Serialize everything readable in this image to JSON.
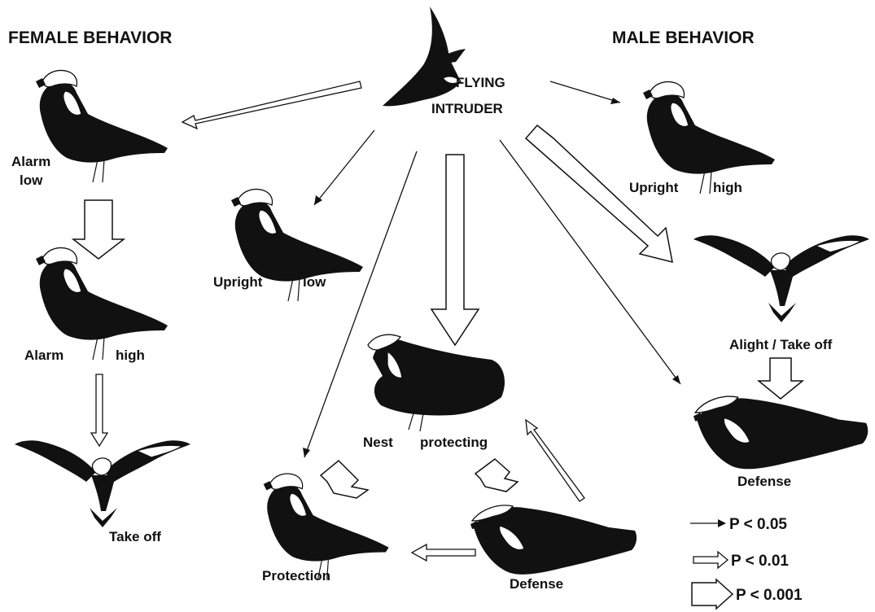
{
  "headers": {
    "female": "FEMALE BEHAVIOR",
    "male": "MALE  BEHAVIOR"
  },
  "center": {
    "line1": "FLYING",
    "line2": "INTRUDER"
  },
  "labels": {
    "alarm_low_1": "Alarm",
    "alarm_low_2": "low",
    "alarm_high_a": "Alarm",
    "alarm_high_b": "high",
    "take_off": "Take off",
    "upright_low_a": "Upright",
    "upright_low_b": "low",
    "nest_a": "Nest",
    "nest_b": "protecting",
    "protection": "Protection",
    "defense_bottom": "Defense",
    "upright_high_a": "Upright",
    "upright_high_b": "high",
    "alight": "Alight / Take off",
    "defense_right": "Defense"
  },
  "legend": {
    "p1": "P < 0.05",
    "p2": "P < 0.01",
    "p3": "P < 0.001"
  },
  "colors": {
    "ink": "#111111",
    "paper": "#ffffff"
  }
}
